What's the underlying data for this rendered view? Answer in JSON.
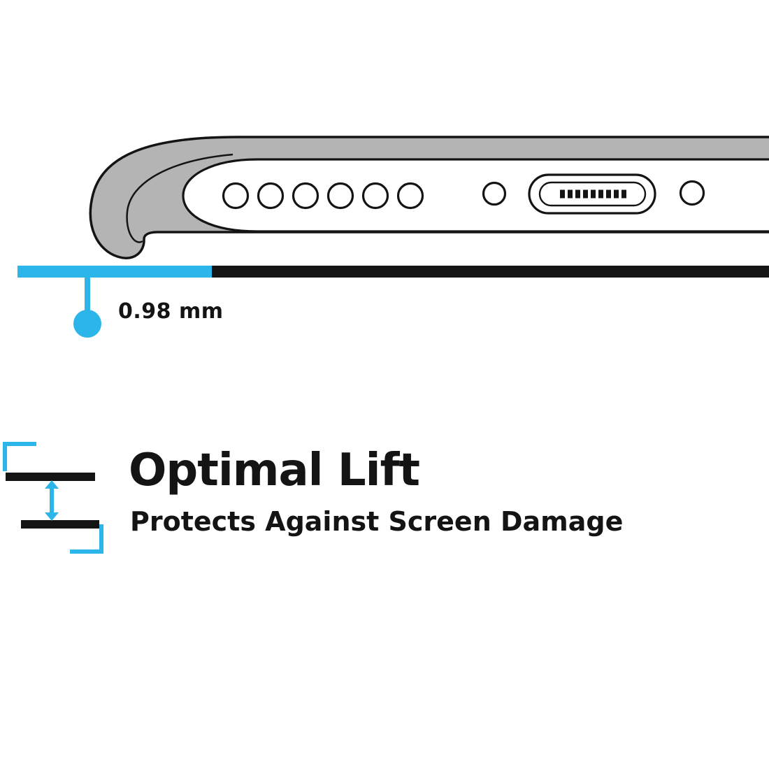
{
  "colors": {
    "accent": "#2cb5e8",
    "ink": "#141414",
    "case": "#b4b4b4",
    "background": "#ffffff"
  },
  "measurement": {
    "label": "0.98 mm"
  },
  "feature": {
    "title": "Optimal Lift",
    "subtitle": "Protects Against Screen Damage"
  },
  "icons": {
    "lift_gap": "double-arrow-between-two-surfaces",
    "diagram": "phone-bottom-edge-in-case-cross-section"
  }
}
